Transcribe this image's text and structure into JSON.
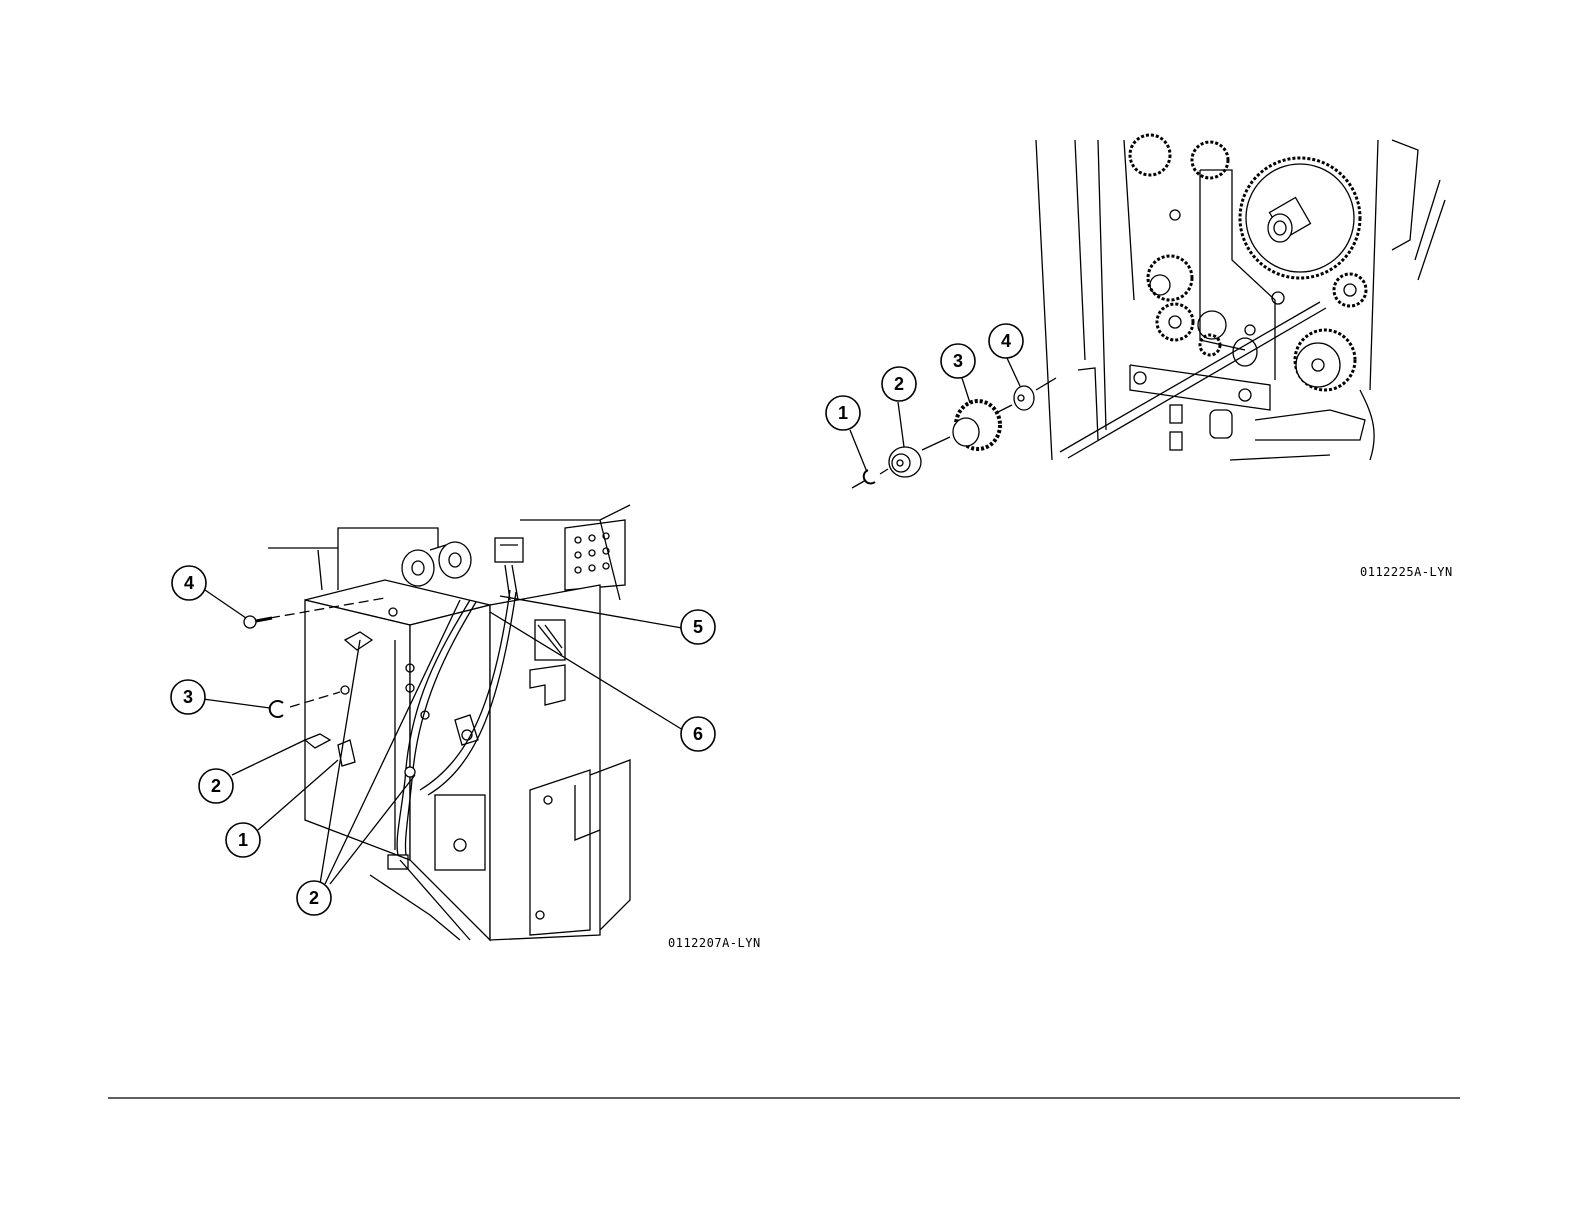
{
  "figures": [
    {
      "id_label": "0112207A-LYN",
      "callouts": [
        "4",
        "3",
        "2",
        "1",
        "2",
        "5",
        "6"
      ]
    },
    {
      "id_label": "0112225A-LYN",
      "callouts": [
        "1",
        "2",
        "3",
        "4"
      ]
    }
  ]
}
